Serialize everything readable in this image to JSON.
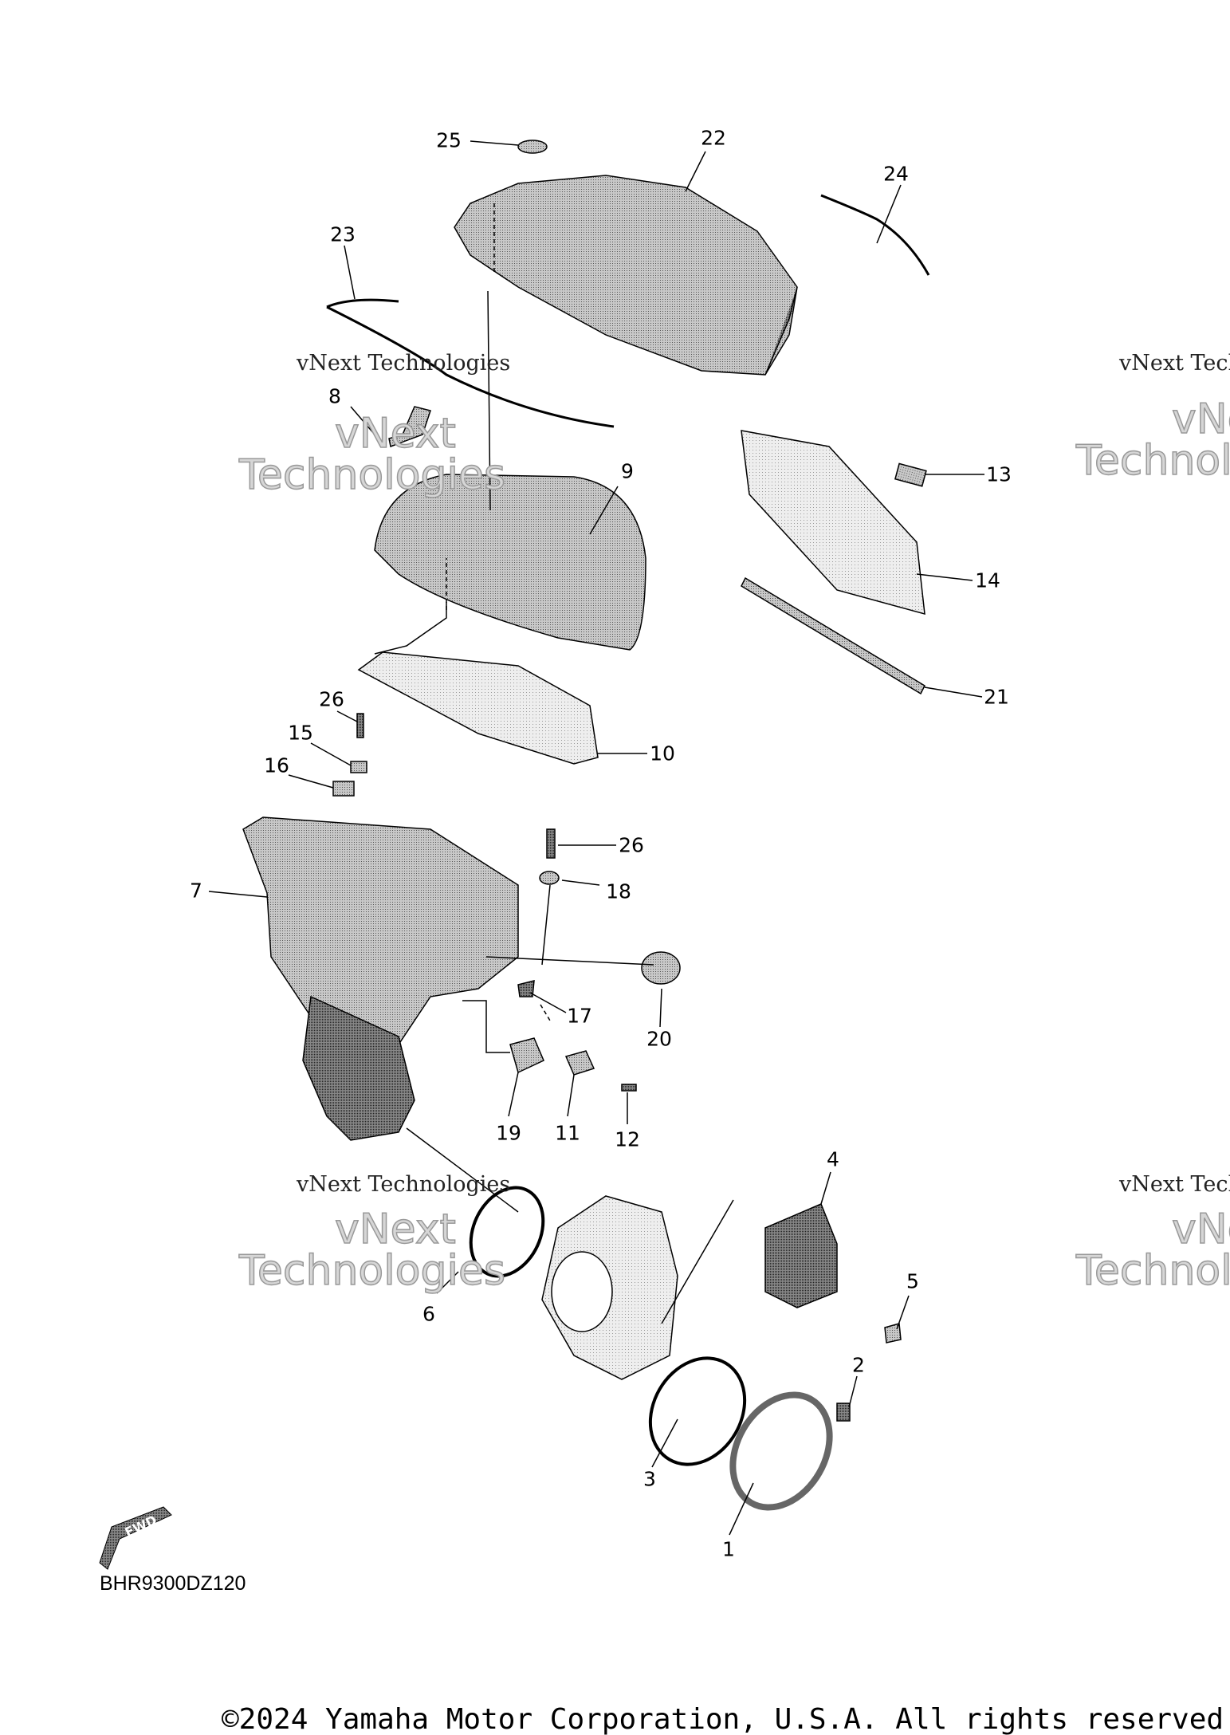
{
  "diagram": {
    "callouts": [
      "25",
      "22",
      "24",
      "23",
      "8",
      "9",
      "13",
      "14",
      "21",
      "26",
      "15",
      "16",
      "10",
      "26",
      "7",
      "18",
      "17",
      "20",
      "19",
      "11",
      "12",
      "4",
      "5",
      "6",
      "2",
      "3",
      "1"
    ],
    "drawing_code": "BHR9300DZ120",
    "fwd_label": "FWD",
    "copyright": "©2024 Yamaha Motor Corporation, U.S.A. All rights reserved",
    "watermark": {
      "line1": "vNext Technologies",
      "big1": "vNext",
      "big2": "Technologies"
    }
  }
}
